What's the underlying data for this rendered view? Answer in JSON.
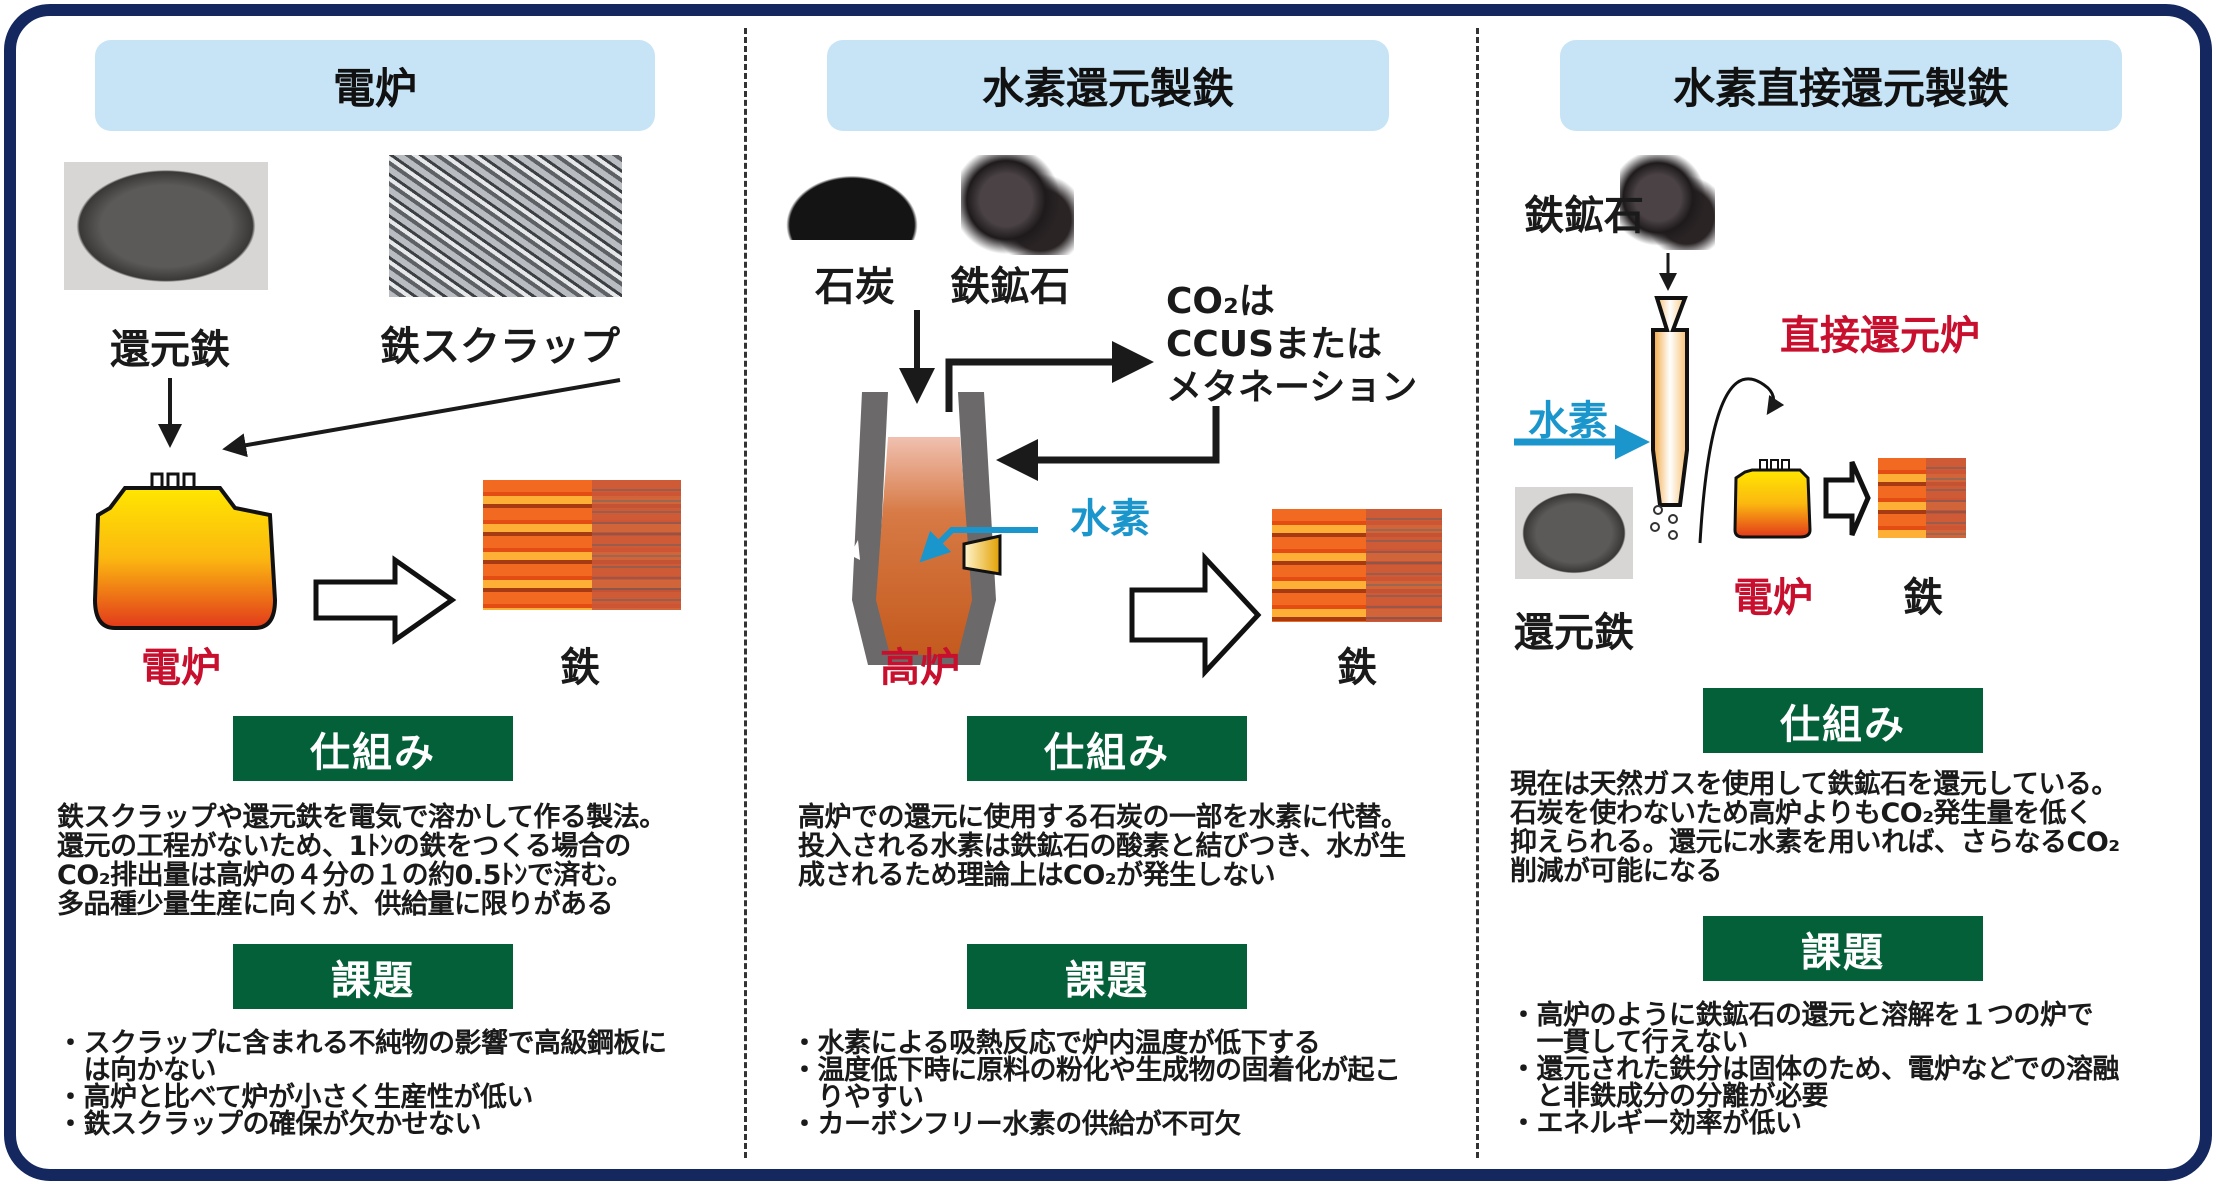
{
  "colors": {
    "border": "#14285f",
    "pill": "#c6e4f6",
    "green": "#046038",
    "red": "#c8102e",
    "blue": "#1a96cc"
  },
  "columns": [
    {
      "title": "電炉",
      "diagram": {
        "input1": "還元鉄",
        "input2": "鉄スクラップ",
        "furnace": "電炉",
        "output": "鉄"
      },
      "mechanism_heading": "仕組み",
      "mechanism_lines": [
        "鉄スクラップや還元鉄を電気で溶かして作る製法。",
        "還元の工程がないため、1ﾄﾝの鉄をつくる場合の",
        "CO₂排出量は高炉の４分の１の約0.5ﾄﾝで済む。",
        "多品種少量生産に向くが、供給量に限りがある"
      ],
      "issues_heading": "課題",
      "issues_lines": [
        "・スクラップに含まれる不純物の影響で高級鋼板に",
        "　は向かない",
        "・高炉と比べて炉が小さく生産性が低い",
        "・鉄スクラップの確保が欠かせない"
      ]
    },
    {
      "title": "水素還元製鉄",
      "diagram": {
        "input1": "石炭",
        "input2": "鉄鉱石",
        "co2_lines": [
          "CO₂は",
          "CCUSまたは",
          "メタネーション"
        ],
        "hydrogen": "水素",
        "furnace": "高炉",
        "output": "鉄"
      },
      "mechanism_heading": "仕組み",
      "mechanism_lines": [
        "高炉での還元に使用する石炭の一部を水素に代替。",
        "投入される水素は鉄鉱石の酸素と結びつき、水が生",
        "成されるため理論上はCO₂が発生しない"
      ],
      "issues_heading": "課題",
      "issues_lines": [
        "・水素による吸熱反応で炉内温度が低下する",
        "・温度低下時に原料の粉化や生成物の固着化が起こ",
        "　りやすい",
        "・カーボンフリー水素の供給が不可欠"
      ]
    },
    {
      "title": "水素直接還元製鉄",
      "diagram": {
        "input1": "鉄鉱石",
        "reactor": "直接還元炉",
        "hydrogen": "水素",
        "intermediate": "還元鉄",
        "furnace": "電炉",
        "output": "鉄"
      },
      "mechanism_heading": "仕組み",
      "mechanism_lines": [
        "現在は天然ガスを使用して鉄鉱石を還元している。",
        "石炭を使わないため高炉よりもCO₂発生量を低く",
        "抑えられる。還元に水素を用いれば、さらなるCO₂",
        "削減が可能になる"
      ],
      "issues_heading": "課題",
      "issues_lines": [
        "・高炉のように鉄鉱石の還元と溶解を１つの炉で",
        "　一貫して行えない",
        "・還元された鉄分は固体のため、電炉などでの溶融",
        "　と非鉄成分の分離が必要",
        "・エネルギー効率が低い"
      ]
    }
  ]
}
